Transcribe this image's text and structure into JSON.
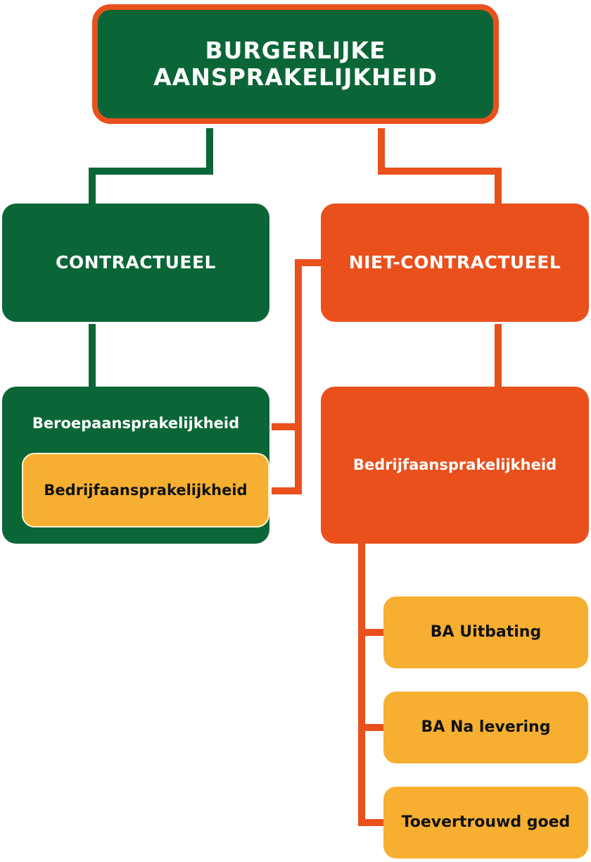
{
  "diagram": {
    "root": {
      "label": "BURGERLIJKE AANSPRAKELIJKHEID"
    },
    "contract": {
      "label": "CONTRACTUEEL",
      "detail": "Beroepaansprakelijkheid",
      "sub": "Bedrijfaansprakelijkheid"
    },
    "noncontract": {
      "label": "NIET-CONTRACTUEEL",
      "detail": "Bedrijfaansprakelijkheid",
      "leaves": [
        "BA Uitbating",
        "BA Na levering",
        "Toevertrouwd goed"
      ]
    },
    "colors": {
      "green": "#0b6637",
      "orange": "#e9501c",
      "yellow": "#f6af30"
    }
  }
}
